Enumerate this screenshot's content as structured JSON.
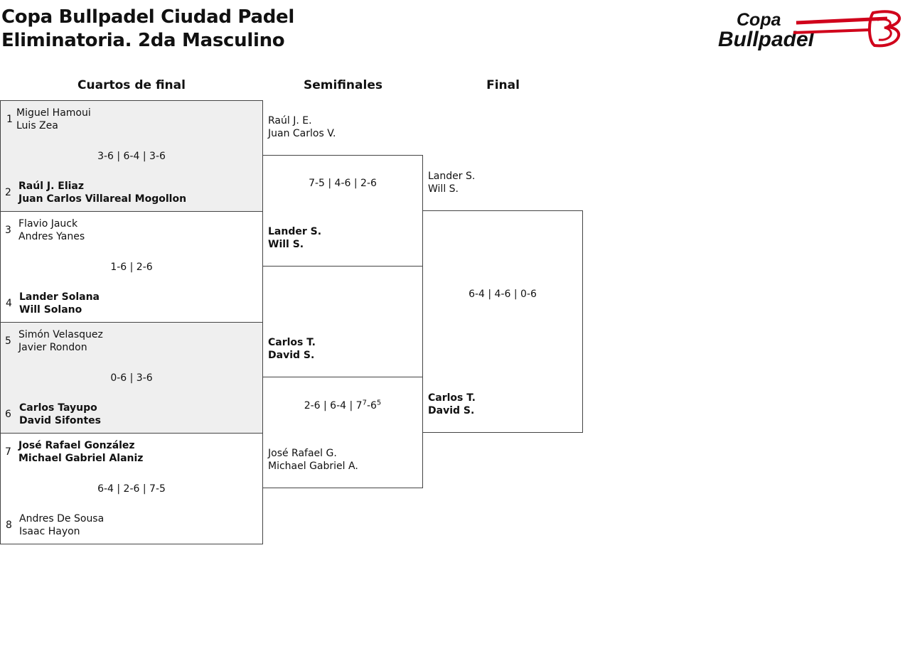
{
  "header": {
    "title_line1": "Copa Bullpadel Ciudad Padel",
    "title_line2": "Eliminatoria. 2da Masculino",
    "logo_text_top": "Copa",
    "logo_text_bottom": "Bullpadel",
    "accent_color": "#d0021b"
  },
  "rounds": {
    "quarterfinals": "Cuartos de final",
    "semifinals": "Semifinales",
    "final": "Final"
  },
  "quarterfinals": [
    {
      "top": {
        "seed": "1",
        "p1": "Miguel Hamoui",
        "p2": "Luis Zea"
      },
      "score": "3-6 | 6-4 | 3-6",
      "bottom": {
        "seed": "2",
        "p1": "Raúl J. Eliaz",
        "p2": "Juan Carlos Villareal Mogollon"
      }
    },
    {
      "top": {
        "seed": "3",
        "p1": "Flavio Jauck",
        "p2": "Andres Yanes"
      },
      "score": "1-6 | 2-6",
      "bottom": {
        "seed": "4",
        "p1": "Lander Solana",
        "p2": "Will Solano"
      }
    },
    {
      "top": {
        "seed": "5",
        "p1": "Simón Velasquez",
        "p2": "Javier Rondon"
      },
      "score": "0-6 | 3-6",
      "bottom": {
        "seed": "6",
        "p1": "Carlos Tayupo",
        "p2": "David Sifontes"
      }
    },
    {
      "top": {
        "seed": "7",
        "p1": "José Rafael González",
        "p2": "Michael Gabriel Alaniz"
      },
      "score": "6-4 | 2-6 | 7-5",
      "bottom": {
        "seed": "8",
        "p1": "Andres De Sousa",
        "p2": "Isaac Hayon"
      }
    }
  ],
  "semifinals": [
    {
      "top": {
        "p1": "Raúl J. E.",
        "p2": "Juan Carlos V."
      },
      "score": "7-5 | 4-6 | 2-6",
      "bottom": {
        "p1": "Lander S.",
        "p2": "Will S."
      }
    },
    {
      "top": {
        "p1": "Carlos T.",
        "p2": "David S."
      },
      "score_main": "2-6 | 6-4 | 7",
      "score_sup1": "7",
      "score_mid": "-6",
      "score_sup2": "5",
      "bottom": {
        "p1": "José Rafael G.",
        "p2": "Michael Gabriel A."
      }
    }
  ],
  "final": {
    "top": {
      "p1": "Lander S.",
      "p2": "Will S."
    },
    "score": "6-4 | 4-6 | 0-6",
    "bottom": {
      "p1": "Carlos T.",
      "p2": "David S."
    }
  }
}
